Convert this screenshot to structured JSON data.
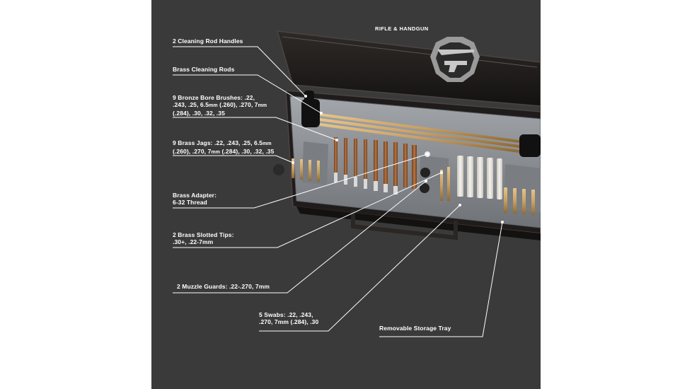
{
  "badge": {
    "title": "RIFLE & HANDGUN",
    "icon": "rifle-handgun-icon"
  },
  "callouts": {
    "rod_handles": "2 Cleaning Rod Handles",
    "brass_rods": "Brass Cleaning Rods",
    "bore_brushes": {
      "line1": "9 Bronze Bore Brushes: .22,",
      "line2_a": ".243, .25, 6.5",
      "line2_b": "mm",
      "line2_c": " (.260), .270, 7",
      "line2_d": "mm",
      "line3": "(.284), .30, .32, .35"
    },
    "brass_jags": {
      "line1_a": "9 Brass Jags: .22, .243, .25, 6.5",
      "line1_b": "mm",
      "line2_a": "(.260), .270, 7",
      "line2_b": "mm",
      "line2_c": " (.284), .30, .32, .35"
    },
    "brass_adapter": {
      "line1": "Brass Adapter:",
      "line2": "6-32 Thread"
    },
    "slotted_tips": {
      "line1": "2 Brass Slotted Tips:",
      "line2": ".30+, .22-7mm"
    },
    "muzzle_guards": "2 Muzzle Guards: .22-.270, 7mm",
    "swabs": {
      "line1": "5 Swabs: .22, .243,",
      "line2": ".270, 7mm (.284), .30"
    },
    "storage_tray": "Removable Storage Tray"
  },
  "colors": {
    "background": "#3a3a3a",
    "page": "#ffffff",
    "case": "#1f1c1b",
    "tray": "#8c8f94",
    "brass": "#c9a063",
    "bronze": "#a86a3c",
    "swab": "#ece9e2",
    "text": "#ffffff"
  }
}
